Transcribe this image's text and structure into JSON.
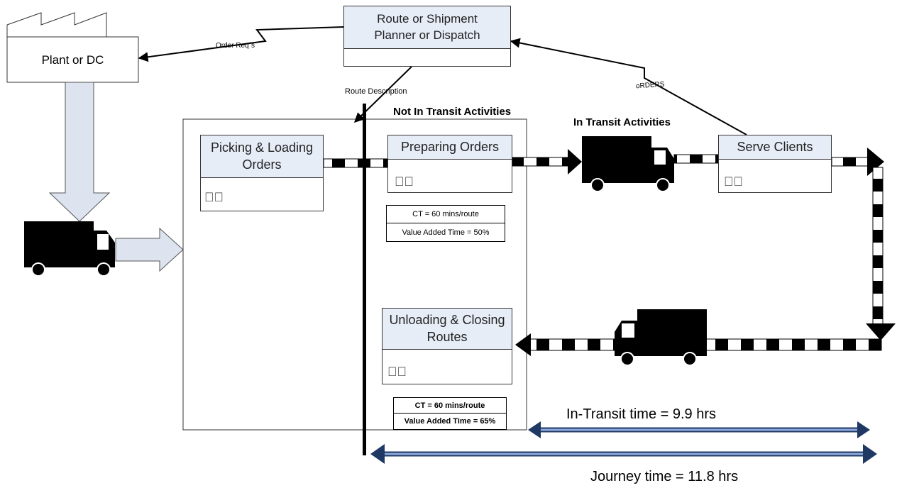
{
  "nodes": {
    "plant": "Plant or DC",
    "planner": "Route or Shipment\nPlanner or Dispatch",
    "picking": "Picking & Loading\nOrders",
    "preparing": "Preparing Orders",
    "serve": "Serve Clients",
    "unloading": "Unloading & Closing\nRoutes"
  },
  "flows": {
    "order_req": "Order Req´s",
    "orders": "oRDERS",
    "route_description": "Route Description"
  },
  "sections": {
    "not_in_transit": "Not In Transit Activities",
    "in_transit": "In Transit Activities"
  },
  "metrics": {
    "preparing": {
      "ct": "CT = 60 mins/route",
      "va": "Value Added Time = 50%"
    },
    "unloading": {
      "ct": "CT = 60 mins/route",
      "va": "Value Added Time = 65%"
    }
  },
  "timelines": {
    "in_transit": "In-Transit time = 9.9 hrs",
    "journey": "Journey time = 11.8 hrs"
  },
  "colors": {
    "box_header": "#e7edf7",
    "timeline_arrow": "#1f3864",
    "push_arrow": "#dde4ef"
  }
}
